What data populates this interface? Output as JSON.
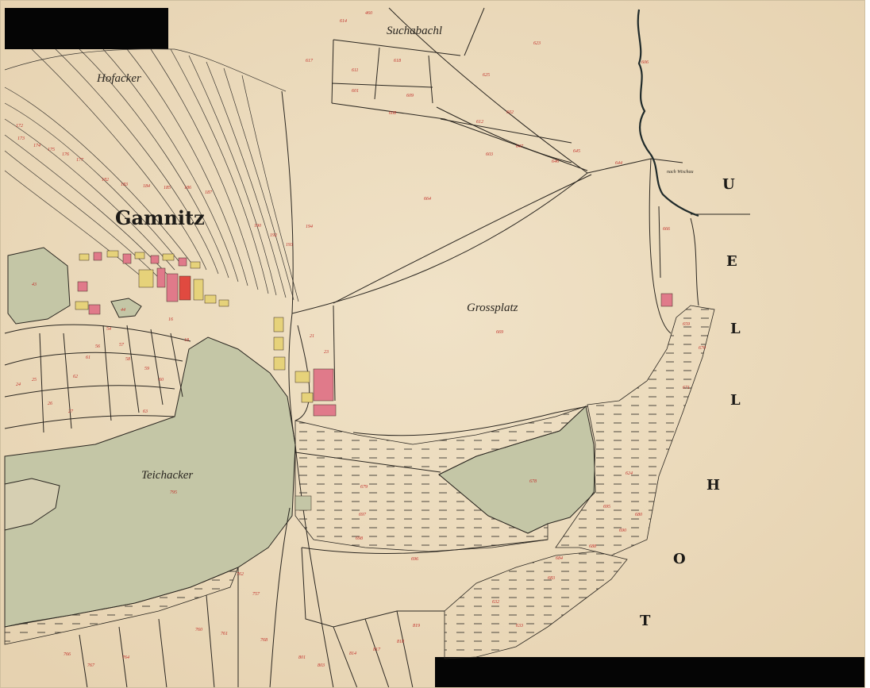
{
  "map": {
    "places": {
      "village": "Gamnitz",
      "fields": [
        "Suchabachl",
        "Hofacker",
        "Grossplatz",
        "Teichacker"
      ],
      "road_note": "nach Wischau"
    },
    "region_letters": [
      "U",
      "E",
      "L",
      "L",
      "H",
      "O",
      "T"
    ],
    "parcel_numbers": [
      "460",
      "614",
      "617",
      "618",
      "611",
      "612",
      "609",
      "608",
      "603",
      "601",
      "602",
      "625",
      "623",
      "647",
      "646",
      "645",
      "644",
      "606",
      "664",
      "666",
      "669",
      "678",
      "679",
      "697",
      "698",
      "696",
      "186",
      "187",
      "182",
      "183",
      "184",
      "185",
      "190",
      "192",
      "193",
      "194",
      "174",
      "175",
      "176",
      "177",
      "172",
      "173",
      "43",
      "44",
      "54",
      "56",
      "57",
      "58",
      "59",
      "60",
      "61",
      "62",
      "63",
      "25",
      "24",
      "26",
      "27",
      "16",
      "18",
      "21",
      "23",
      "795",
      "757",
      "760",
      "761",
      "762",
      "764",
      "766",
      "767",
      "768",
      "801",
      "803",
      "814",
      "817",
      "818",
      "819",
      "624",
      "695",
      "690",
      "688",
      "684",
      "683",
      "632",
      "633",
      "659",
      "670",
      "671",
      "680"
    ],
    "colors": {
      "paper": "#ecdcc0",
      "meadow": "#c4c6a6",
      "buildings_red": "#e07a8a",
      "buildings_yellow": "#e6d27a",
      "ink": "#2a2620",
      "parcel_red": "#c2302b",
      "stream": "#1f2a2a"
    }
  }
}
